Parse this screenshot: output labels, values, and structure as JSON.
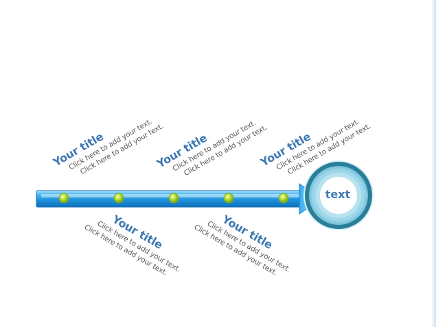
{
  "diagram": {
    "center_text": "text",
    "nodes": [
      {
        "title": "Your title",
        "line1": "Click here to add your text.",
        "line2": "Click here to add your text."
      },
      {
        "title": "Your title",
        "line1": "Click here to add your text.",
        "line2": "Click here to add your text."
      },
      {
        "title": "Your title",
        "line1": "Click here to add your text.",
        "line2": "Click here to add your text."
      },
      {
        "title": "Your title",
        "line1": "Click here to add your text.",
        "line2": "Click here to add your text."
      },
      {
        "title": "Your title",
        "line1": "Click here to add your text.",
        "line2": "Click here to add your text."
      }
    ]
  },
  "colors": {
    "arrow": "#2a9ee6",
    "arrow_light": "#8fd4fb",
    "dot": "#a7d62e",
    "ring_outer": "#2a7f98",
    "title": "#3f78b3",
    "body": "#595959"
  }
}
